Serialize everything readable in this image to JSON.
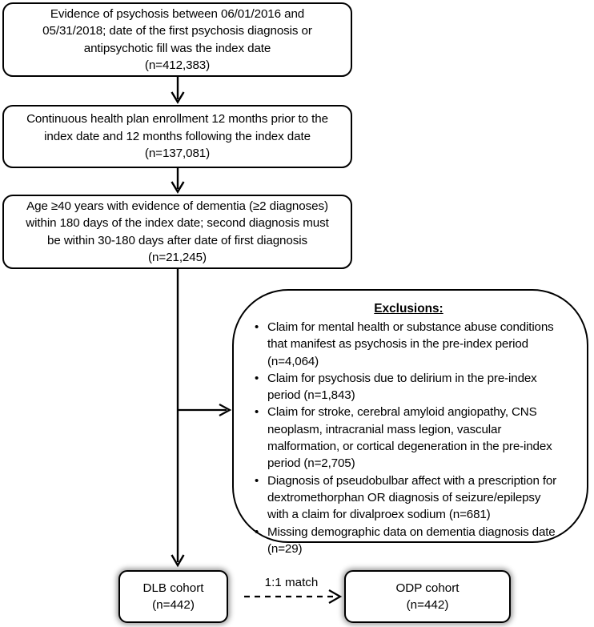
{
  "diagram": {
    "title": "Patient cohort selection flow diagram",
    "stages": [
      {
        "id": "stage-1",
        "lines": [
          "Evidence of psychosis between 06/01/2016 and",
          "05/31/2018; date of the first psychosis diagnosis or",
          "antipsychotic fill was the index date",
          "(n=412,383)"
        ],
        "n": "412,383"
      },
      {
        "id": "stage-2",
        "lines": [
          "Continuous health plan enrollment 12 months prior to the",
          "index date and 12 months following the index date",
          "(n=137,081)"
        ],
        "n": "137,081"
      },
      {
        "id": "stage-3",
        "lines": [
          "Age ≥40 years with evidence of dementia (≥2 diagnoses)",
          "within 180 days of the index date; second diagnosis must",
          "be within 30-180 days after date of first diagnosis",
          "(n=21,245)"
        ],
        "n": "21,245"
      }
    ],
    "exclusions": {
      "title": "Exclusions:",
      "bullet_glyph": "•",
      "items": [
        {
          "lines": [
            "Claim for mental health or substance abuse conditions",
            "that manifest as psychosis in the pre-index period",
            "(n=4,064)"
          ],
          "n": "4,064"
        },
        {
          "lines": [
            "Claim for psychosis due to delirium in the pre-index",
            "period (n=1,843)"
          ],
          "n": "1,843"
        },
        {
          "lines": [
            "Claim for stroke, cerebral amyloid angiopathy, CNS",
            "neoplasm, intracranial mass legion, vascular",
            "malformation, or cortical degeneration in the pre-index",
            "period (n=2,705)"
          ],
          "n": "2,705"
        },
        {
          "lines": [
            "Diagnosis of pseudobulbar affect with a prescription for",
            "dextromethorphan OR diagnosis of seizure/epilepsy",
            "with a claim for divalproex sodium (n=681)"
          ],
          "n": "681"
        },
        {
          "lines": [
            "Missing demographic data on dementia diagnosis date",
            "(n=29)"
          ],
          "n": "29"
        }
      ]
    },
    "cohorts": [
      {
        "id": "cohort-dlb",
        "lines": [
          "DLB cohort",
          "(n=442)"
        ],
        "name": "DLB cohort",
        "n": "442"
      },
      {
        "id": "cohort-odp",
        "lines": [
          "ODP cohort",
          "(n=442)"
        ],
        "name": "ODP cohort",
        "n": "442"
      }
    ],
    "match_label": "1:1 match",
    "colors": {
      "stroke": "#000000",
      "background": "#ffffff",
      "text": "#000000"
    }
  }
}
